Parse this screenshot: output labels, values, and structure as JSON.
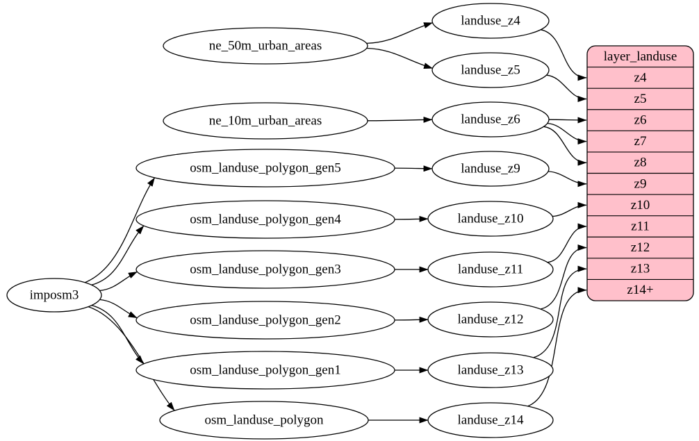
{
  "graph": {
    "kind": "dependency-diagram",
    "direction": "left-to-right",
    "colors": {
      "background": "#ffffff",
      "node_fill": "#ffffff",
      "node_stroke": "#000000",
      "edge": "#000000",
      "table_fill": "#ffc0cb",
      "table_stroke": "#000000",
      "text": "#000000"
    },
    "nodes": [
      {
        "id": "imposm3",
        "label": "imposm3"
      },
      {
        "id": "ne_50m_urban_areas",
        "label": "ne_50m_urban_areas"
      },
      {
        "id": "ne_10m_urban_areas",
        "label": "ne_10m_urban_areas"
      },
      {
        "id": "osm_landuse_polygon_gen5",
        "label": "osm_landuse_polygon_gen5"
      },
      {
        "id": "osm_landuse_polygon_gen4",
        "label": "osm_landuse_polygon_gen4"
      },
      {
        "id": "osm_landuse_polygon_gen3",
        "label": "osm_landuse_polygon_gen3"
      },
      {
        "id": "osm_landuse_polygon_gen2",
        "label": "osm_landuse_polygon_gen2"
      },
      {
        "id": "osm_landuse_polygon_gen1",
        "label": "osm_landuse_polygon_gen1"
      },
      {
        "id": "osm_landuse_polygon",
        "label": "osm_landuse_polygon"
      },
      {
        "id": "landuse_z4",
        "label": "landuse_z4"
      },
      {
        "id": "landuse_z5",
        "label": "landuse_z5"
      },
      {
        "id": "landuse_z6",
        "label": "landuse_z6"
      },
      {
        "id": "landuse_z9",
        "label": "landuse_z9"
      },
      {
        "id": "landuse_z10",
        "label": "landuse_z10"
      },
      {
        "id": "landuse_z11",
        "label": "landuse_z11"
      },
      {
        "id": "landuse_z12",
        "label": "landuse_z12"
      },
      {
        "id": "landuse_z13",
        "label": "landuse_z13"
      },
      {
        "id": "landuse_z14",
        "label": "landuse_z14"
      }
    ],
    "table": {
      "id": "layer_landuse",
      "title": "layer_landuse",
      "rows": [
        "z4",
        "z5",
        "z6",
        "z7",
        "z8",
        "z9",
        "z10",
        "z11",
        "z12",
        "z13",
        "z14+"
      ]
    },
    "edges": [
      {
        "from": "ne_50m_urban_areas",
        "to": "landuse_z4"
      },
      {
        "from": "ne_50m_urban_areas",
        "to": "landuse_z5"
      },
      {
        "from": "ne_10m_urban_areas",
        "to": "landuse_z6"
      },
      {
        "from": "imposm3",
        "to": "osm_landuse_polygon_gen5"
      },
      {
        "from": "imposm3",
        "to": "osm_landuse_polygon_gen4"
      },
      {
        "from": "imposm3",
        "to": "osm_landuse_polygon_gen3"
      },
      {
        "from": "imposm3",
        "to": "osm_landuse_polygon_gen2"
      },
      {
        "from": "imposm3",
        "to": "osm_landuse_polygon_gen1"
      },
      {
        "from": "imposm3",
        "to": "osm_landuse_polygon"
      },
      {
        "from": "osm_landuse_polygon_gen5",
        "to": "landuse_z9"
      },
      {
        "from": "osm_landuse_polygon_gen4",
        "to": "landuse_z10"
      },
      {
        "from": "osm_landuse_polygon_gen3",
        "to": "landuse_z11"
      },
      {
        "from": "osm_landuse_polygon_gen2",
        "to": "landuse_z12"
      },
      {
        "from": "osm_landuse_polygon_gen1",
        "to": "landuse_z13"
      },
      {
        "from": "osm_landuse_polygon",
        "to": "landuse_z14"
      },
      {
        "from": "landuse_z4",
        "to": "layer_landuse",
        "row": "z4"
      },
      {
        "from": "landuse_z5",
        "to": "layer_landuse",
        "row": "z5"
      },
      {
        "from": "landuse_z6",
        "to": "layer_landuse",
        "row": "z6"
      },
      {
        "from": "landuse_z6",
        "to": "layer_landuse",
        "row": "z7"
      },
      {
        "from": "landuse_z6",
        "to": "layer_landuse",
        "row": "z8"
      },
      {
        "from": "landuse_z9",
        "to": "layer_landuse",
        "row": "z9"
      },
      {
        "from": "landuse_z10",
        "to": "layer_landuse",
        "row": "z10"
      },
      {
        "from": "landuse_z11",
        "to": "layer_landuse",
        "row": "z11"
      },
      {
        "from": "landuse_z12",
        "to": "layer_landuse",
        "row": "z12"
      },
      {
        "from": "landuse_z13",
        "to": "layer_landuse",
        "row": "z13"
      },
      {
        "from": "landuse_z14",
        "to": "layer_landuse",
        "row": "z14+"
      }
    ]
  }
}
